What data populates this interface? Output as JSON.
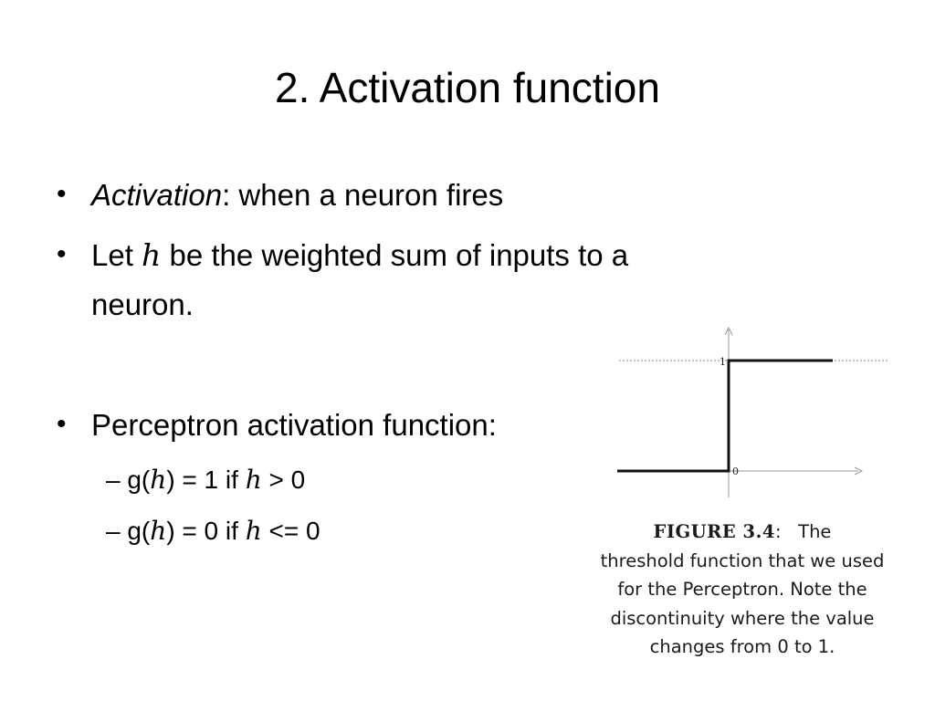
{
  "title": "2. Activation function",
  "bullets": [
    {
      "term": "Activation",
      "rest": ": when a neuron fires"
    },
    {
      "pre": "Let ",
      "var": "h",
      "post": " be the weighted sum of inputs to a",
      "cont": "neuron."
    },
    {
      "text": "Perceptron activation function:"
    }
  ],
  "subbullets": [
    {
      "dash": "–",
      "pre": " g(",
      "var1": "h",
      "mid": ") = 1 if ",
      "var2": "h",
      "post": " > 0"
    },
    {
      "dash": "–",
      "pre": " g(",
      "var1": "h",
      "mid": ") = 0 if ",
      "var2": "h",
      "post": " <= 0"
    }
  ],
  "figure": {
    "tick_one": "1",
    "tick_zero": "0",
    "caption_label": "FIGURE 3.4",
    "caption_colon": ":",
    "caption_lines": [
      "The",
      "threshold function that we used",
      "for the Perceptron. Note the",
      "discontinuity where the value",
      "changes from 0 to 1."
    ]
  }
}
